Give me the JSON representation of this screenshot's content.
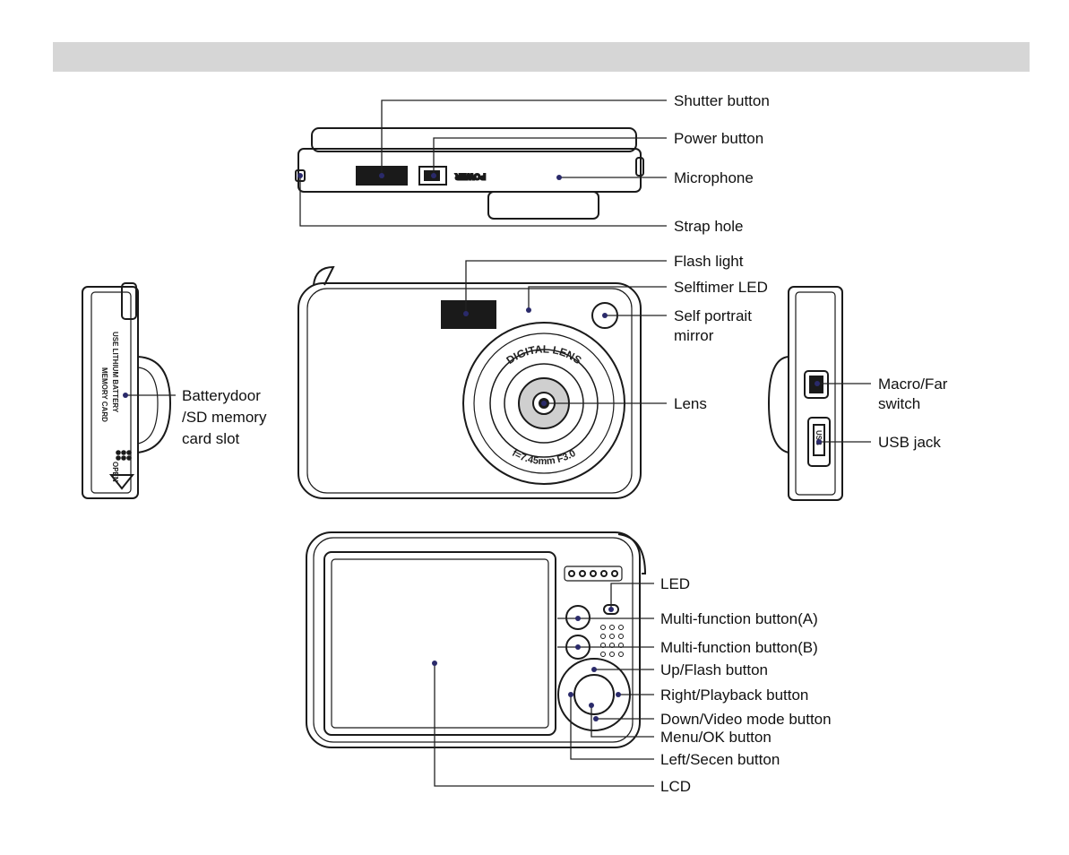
{
  "colors": {
    "header_bar": "#d6d6d6",
    "line": "#1a1a1a",
    "leader": "#222222",
    "dot": "#2a2a6a"
  },
  "camera_print": {
    "power": "POWER",
    "lens_top": "DIGITAL LENS",
    "lens_bottom": "f=7.45mm F3.0",
    "battery_label": "USE LITHIUM BATTERY",
    "memory_label": "MEMORY CARD",
    "open_label": "OPEN",
    "usb_label": "USB"
  },
  "callouts": {
    "shutter": "Shutter  button",
    "power": "Power  button",
    "microphone": "Microphone",
    "strap": "Strap  hole",
    "flash": "Flash  light",
    "selftimer": "Selftimer  LED",
    "mirror_1": "Self  portrait",
    "mirror_2": "mirror",
    "lens": "Lens",
    "battery_1": "Batterydoor",
    "battery_2": "/SD  memory",
    "battery_3": "card  slot",
    "macro_1": "Macro/Far",
    "macro_2": "switch",
    "usb": "USB  jack",
    "led": "LED",
    "multi_a": "Multi-function  button(A)",
    "multi_b": "Multi-function  button(B)",
    "up": "Up/Flash  button",
    "right": "Right/Playback  button",
    "down": "Down/Video  mode  button",
    "menu": "Menu/OK  button",
    "left": "Left/Secen  button",
    "lcd": "LCD"
  }
}
